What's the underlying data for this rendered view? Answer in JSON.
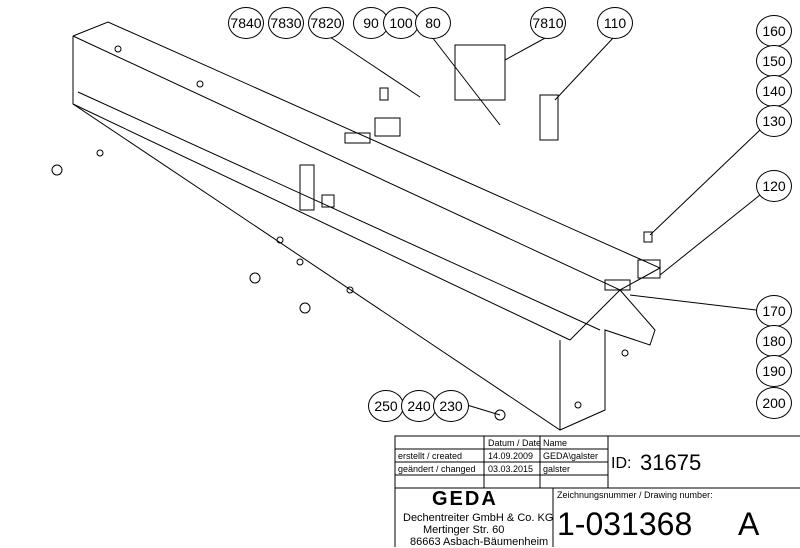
{
  "balloons": {
    "top": [
      "7840",
      "7830",
      "7820",
      "90",
      "100",
      "80",
      "7810",
      "110"
    ],
    "right": [
      "160",
      "150",
      "140",
      "130",
      "120",
      "170",
      "180",
      "190",
      "200"
    ],
    "bottom": [
      "250",
      "240",
      "230"
    ]
  },
  "title_block": {
    "date_header": "Datum / Date",
    "name_header": "Name",
    "created_label": "erstellt / created",
    "created_date": "14.09.2009",
    "created_name": "GEDA\\galster",
    "changed_label": "geändert / changed",
    "changed_date": "03.03.2015",
    "changed_name": "galster",
    "id_label": "ID:",
    "id_value": "31675",
    "logo": "GEDA",
    "company": "Dechentreiter GmbH & Co. KG",
    "street": "Mertinger Str. 60",
    "city": "86663 Asbach-Bäumenheim",
    "drawing_number_label": "Zeichnungsnummer / Drawing number:",
    "drawing_number": "1-031368",
    "revision": "A"
  }
}
